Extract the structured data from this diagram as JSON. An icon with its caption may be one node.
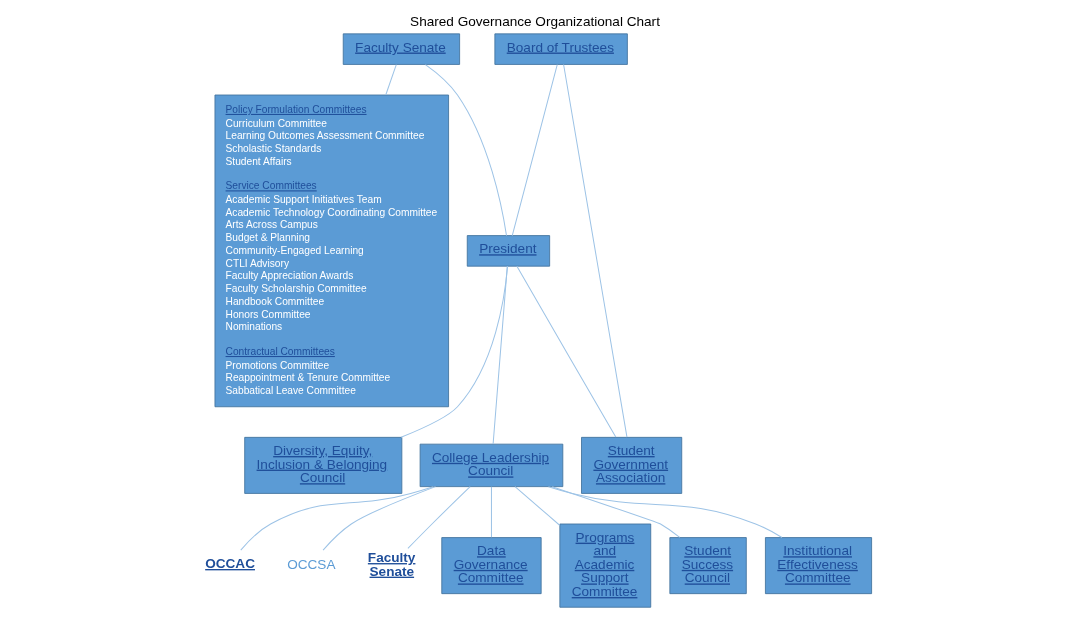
{
  "diagram": {
    "title": "Shared Governance Organizational Chart",
    "nodes": [
      {
        "text": [
          "Faculty Senate"
        ]
      },
      {
        "text": [
          "Policy Formulation Committees",
          "Curriculum Committee",
          "Learning Outcomes Assessment Committee",
          "Scholastic Standards",
          "Student Affairs",
          "Service Committees",
          "Academic Support Initiatives Team",
          "Academic Technology Coordinating Committee",
          "Arts Across Campus",
          "Budget & Planning",
          "Community-Engaged Learning",
          "CTLI Advisory",
          "Faculty Appreciation Awards",
          "Faculty Scholarship Committee",
          "Handbook Committee",
          "Honors Committee",
          "Nominations",
          "Contractual Committees",
          "Promotions Committee",
          "Reappointment & Tenure Committee",
          "Sabbatical Leave Committee"
        ]
      },
      {
        "text": [
          "Board of Trustees"
        ]
      },
      {
        "text": [
          "Student Government Association"
        ]
      },
      {
        "text": [
          "President"
        ]
      },
      {
        "text": [
          "Diversity, Equity, Inclusion & Belonging Council"
        ]
      },
      {
        "text": [
          "College Leadership Council"
        ]
      },
      {
        "text": [
          "OCCAC"
        ]
      },
      {
        "text": [
          "OCCSA"
        ]
      },
      {
        "text": [
          "Faculty Senate"
        ]
      },
      {
        "text": [
          "Data Governance Committee"
        ]
      },
      {
        "text": [
          "Programs and Academic Support Committee"
        ]
      },
      {
        "text": [
          "Student Success Council"
        ]
      },
      {
        "text": [
          "Institutional Effectiveness Committee"
        ]
      }
    ],
    "edges": [
      {
        "from": 0,
        "to": 1,
        "arrow": "none"
      },
      {
        "from": 0,
        "to": 4,
        "arrow": "none"
      },
      {
        "from": 2,
        "to": 3,
        "arrow": "none"
      },
      {
        "from": 2,
        "to": 4,
        "arrow": "none"
      },
      {
        "from": 4,
        "to": 3,
        "arrow": "none"
      },
      {
        "from": 4,
        "to": 5,
        "arrow": "none"
      },
      {
        "from": 4,
        "to": 6,
        "arrow": "none"
      },
      {
        "from": 6,
        "to": 7,
        "arrow": "none"
      },
      {
        "from": 6,
        "to": 8,
        "arrow": "none"
      },
      {
        "from": 6,
        "to": 9,
        "arrow": "none"
      },
      {
        "from": 6,
        "to": 10,
        "arrow": "none"
      },
      {
        "from": 6,
        "to": 11,
        "arrow": "none"
      },
      {
        "from": 6,
        "to": 12,
        "arrow": "none"
      },
      {
        "from": 6,
        "to": 13,
        "arrow": "none"
      }
    ]
  }
}
